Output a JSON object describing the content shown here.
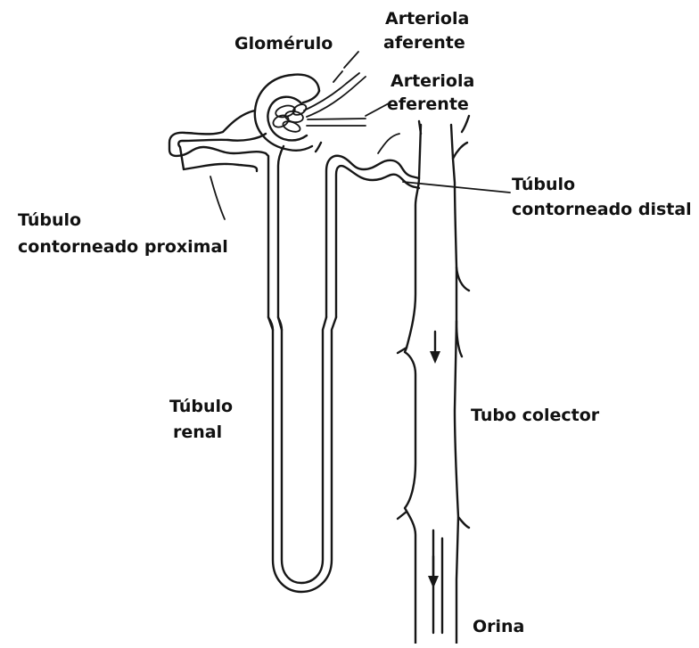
{
  "labels": {
    "glomerulo": "Glomérulo",
    "arteriola_aferente_1": "Arteriola",
    "arteriola_aferente_2": "aferente",
    "arteriola_eferente_1": "Arteriola",
    "arteriola_eferente_2": "eferente",
    "tubulo_distal_1": "Túbulo",
    "tubulo_distal_2": "contorneado distal",
    "tubulo_proximal_1": "Túbulo",
    "tubulo_proximal_2": "contorneado proximal",
    "tubulo_renal_1": "Túbulo",
    "tubulo_renal_2": "renal",
    "tubo_colector": "Tubo colector",
    "orina": "Orina"
  },
  "colors": {
    "ink": "#161616",
    "background": "#ffffff"
  }
}
